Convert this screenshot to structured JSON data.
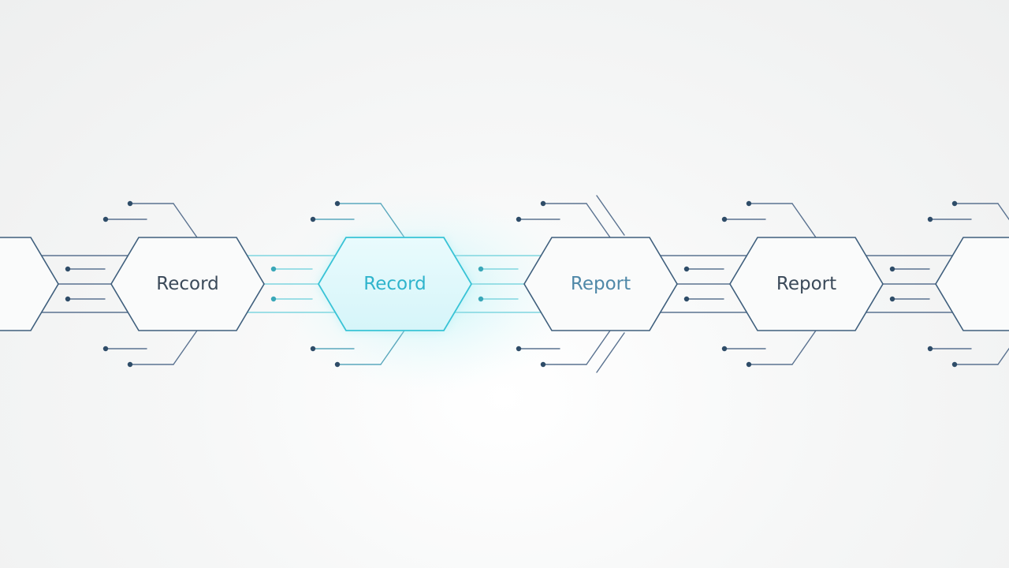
{
  "nodes": [
    {
      "label": "",
      "state": "default"
    },
    {
      "label": "Record",
      "state": "default"
    },
    {
      "label": "Record",
      "state": "highlighted"
    },
    {
      "label": "Report",
      "state": "active"
    },
    {
      "label": "Report",
      "state": "default"
    },
    {
      "label": "",
      "state": "default"
    }
  ],
  "colors": {
    "default_stroke": "#3f5f7d",
    "default_text": "#3b4a5a",
    "highlight_stroke": "#39c3d6",
    "highlight_text": "#2fb4cc",
    "active_text": "#4f88a8",
    "line": "#5a7290",
    "dot": "#2e4c68"
  }
}
